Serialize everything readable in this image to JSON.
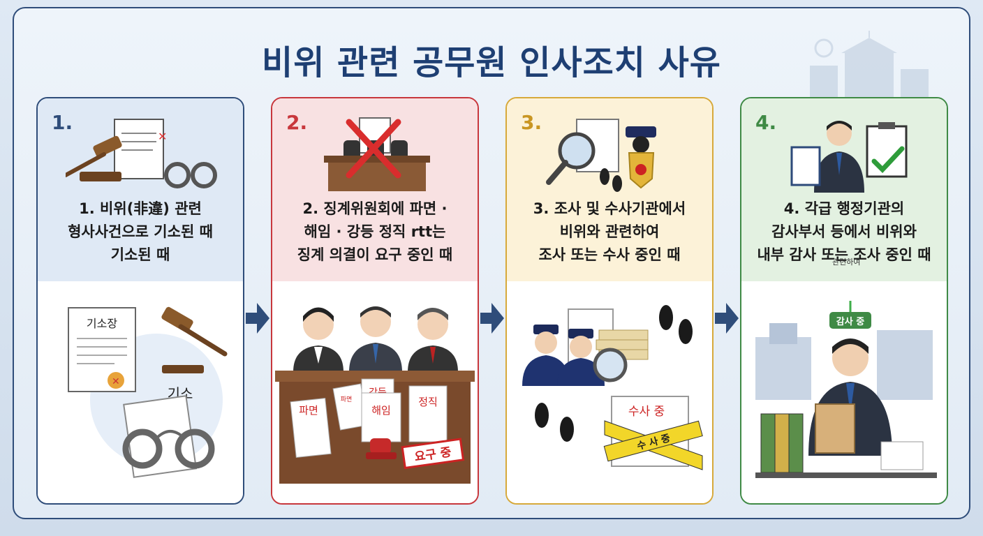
{
  "title": "비위 관련 공무원 인사조치 사유",
  "colors": {
    "title": "#1e3f73",
    "card1": "#2f4d7a",
    "card2": "#c8373c",
    "card3": "#d7a93a",
    "card4": "#3f8a45"
  },
  "cards": [
    {
      "number": "1.",
      "lines": [
        "1. 비위(非違) 관련",
        "형사사건으로 기소된 때",
        "기소된 때"
      ],
      "labels": [
        "기소장",
        "기소"
      ]
    },
    {
      "number": "2.",
      "lines": [
        "2. 징계위원회에 파면 ·",
        "해임 · 강등 정직 rtt는",
        "징계 의결이 요구 중인 때"
      ],
      "labels": [
        "파면",
        "파면",
        "강등",
        "해임",
        "정직",
        "요구 중"
      ]
    },
    {
      "number": "3.",
      "lines": [
        "3. 조사 및 수사기관에서",
        "비위와 관련하여",
        "조사 또는 수사 중인 때"
      ],
      "labels": [
        "수사 중",
        "수 사 중"
      ]
    },
    {
      "number": "4.",
      "lines": [
        "4. 각급 행정기관의",
        "감사부서 등에서 비위와",
        "내부 감사 또는 조사 중인 때"
      ],
      "ruby": "관련하여",
      "labels": [
        "감사 중"
      ]
    }
  ]
}
